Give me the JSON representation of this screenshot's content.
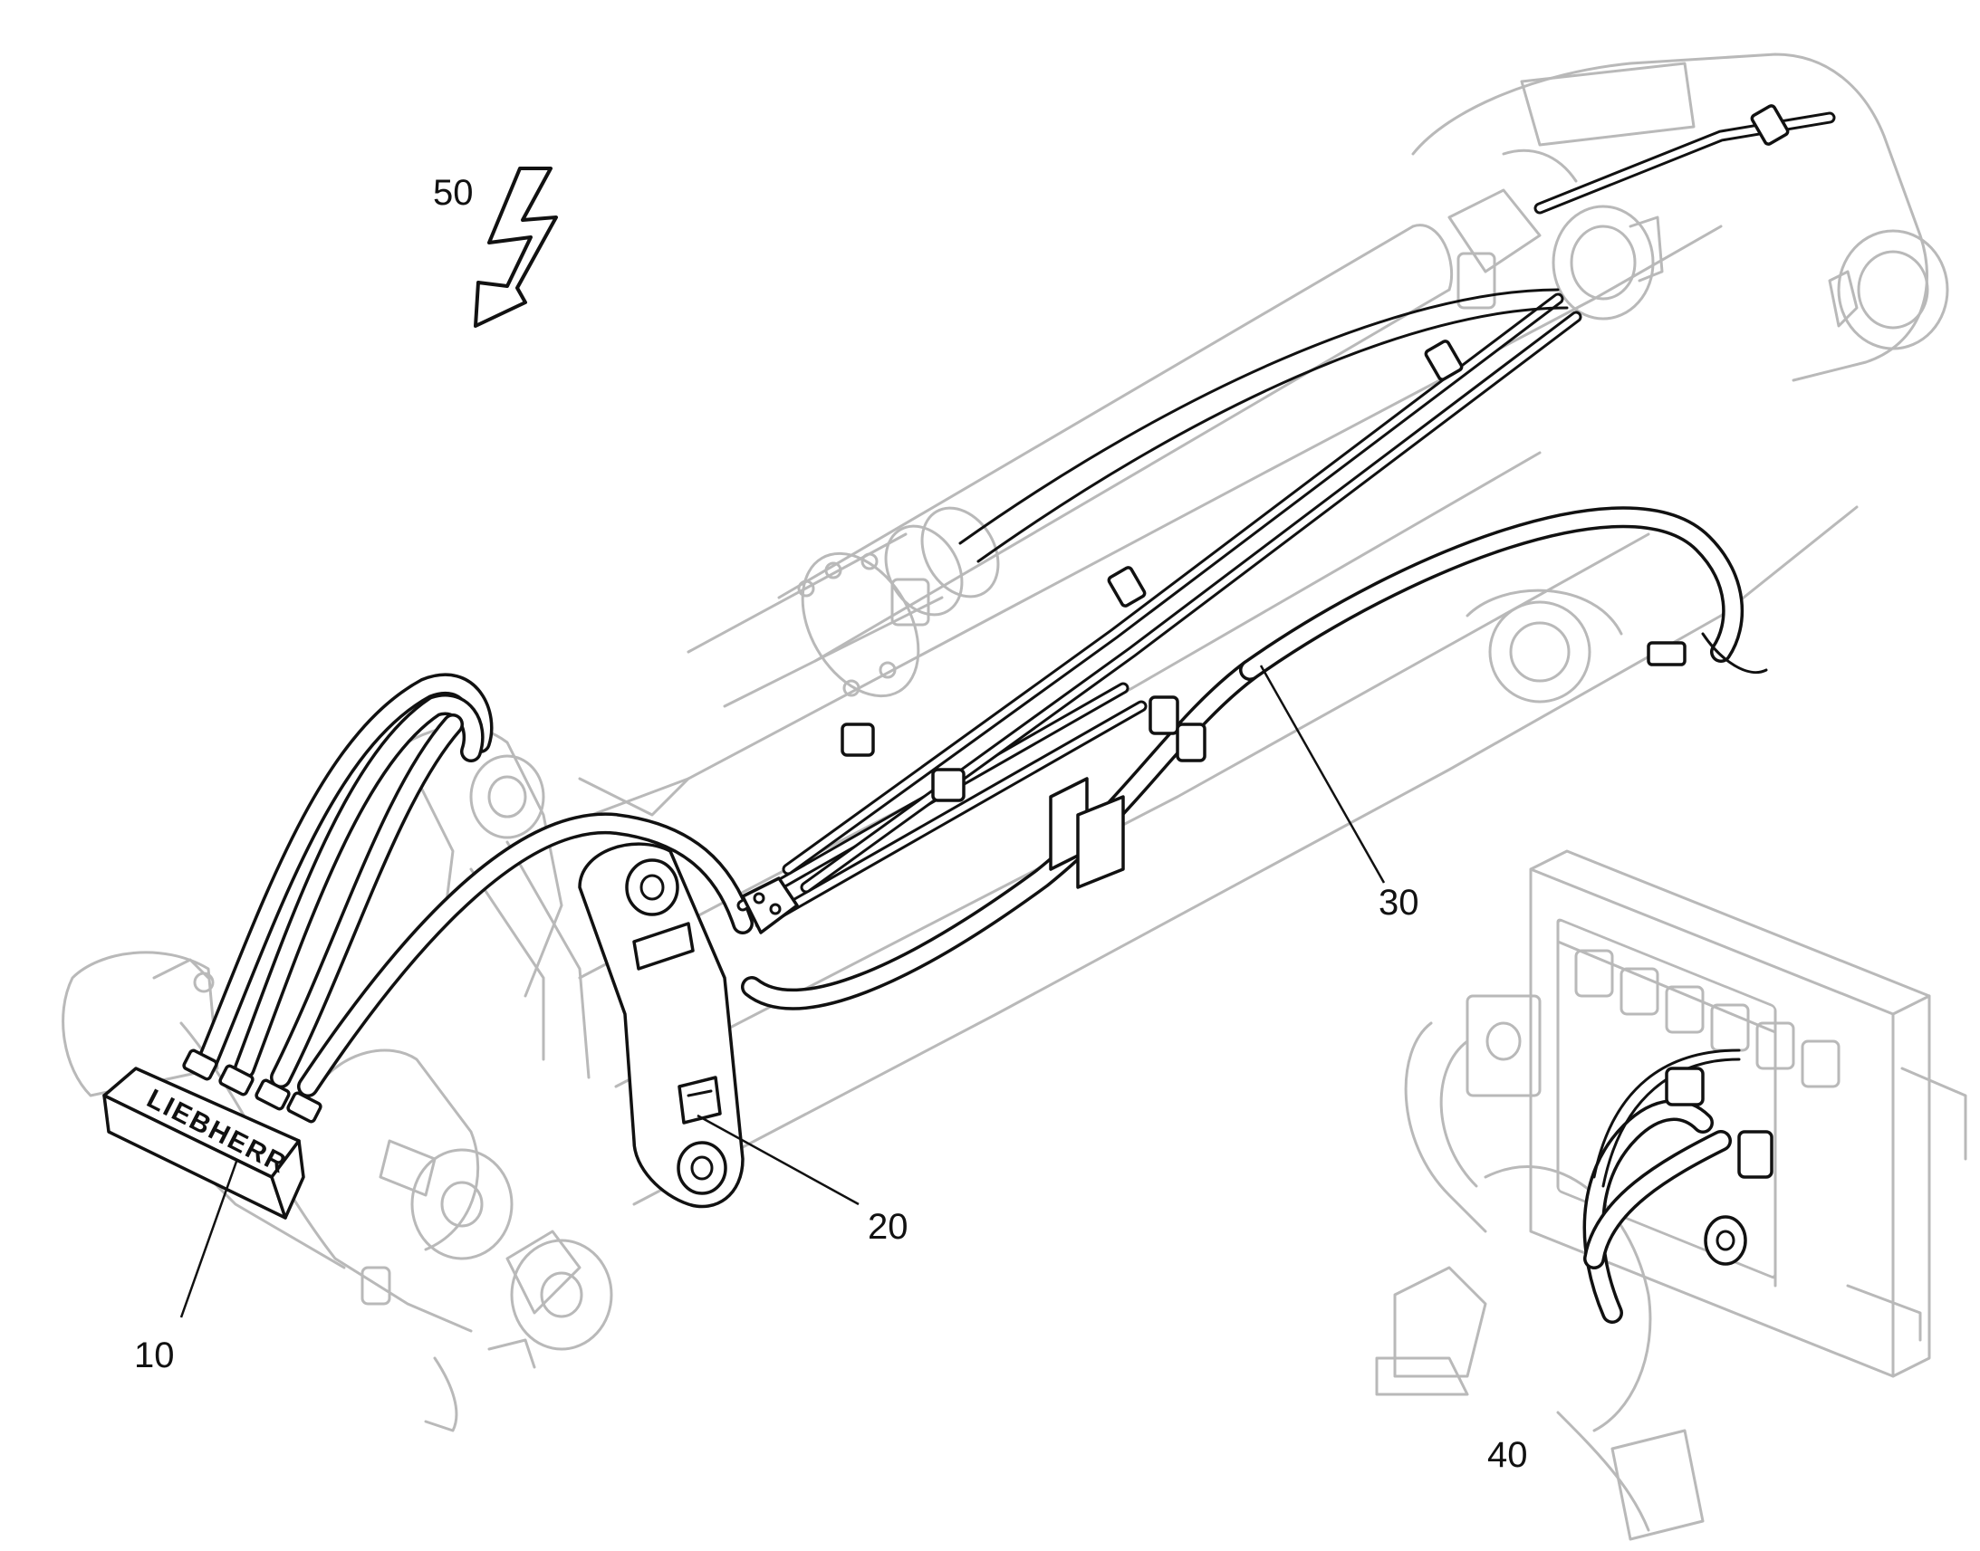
{
  "figure": {
    "reference_labels": {
      "connector": "10",
      "bracket": "20",
      "hose_line": "30",
      "valve_block": "40",
      "energy_arrow": "50"
    },
    "brand_marking": "LIEBHERR",
    "colors": {
      "line_art": "#111111",
      "background_parts": "#b9b9b9",
      "paper": "#ffffff"
    },
    "icons": [
      "lightning-arrow-icon"
    ]
  }
}
